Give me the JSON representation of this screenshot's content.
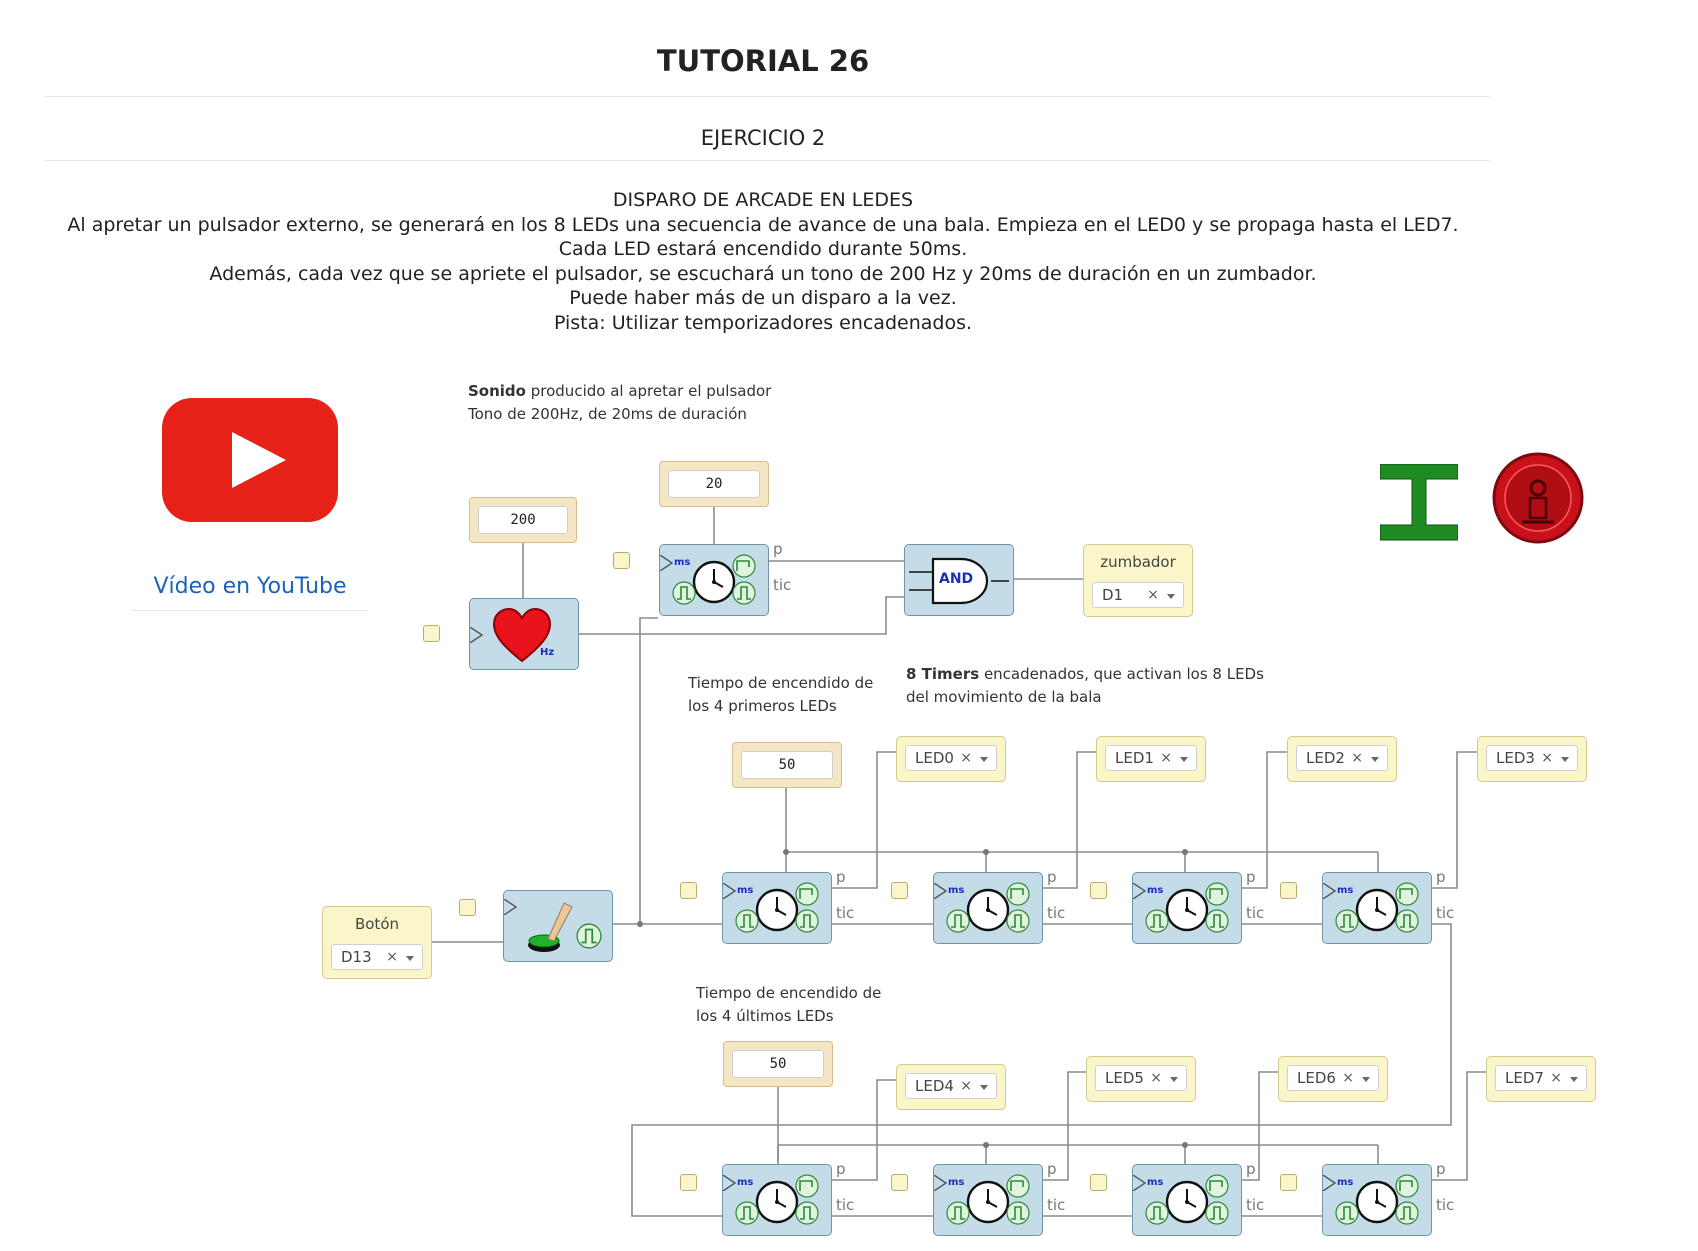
{
  "page": {
    "title": "TUTORIAL 26",
    "subtitle": "EJERCICIO 2",
    "exercise_title": "DISPARO DE ARCADE EN LEDES",
    "description": [
      "Al apretar un pulsador externo, se generará en los 8 LEDs una secuencia de avance de una bala. Empieza en el LED0 y se propaga hasta el LED7.",
      "Cada LED estará encendido durante 50ms.",
      "Además, cada vez que se apriete el pulsador, se escuchará un tono de 200 Hz y 20ms de duración en un zumbador.",
      "Puede haber más de un disparo a la vez.",
      "Pista: Utilizar temporizadores encadenados."
    ],
    "video_link": "Vídeo en YouTube"
  },
  "notes": {
    "sound_bold": "Sonido",
    "sound_rest": " producido al apretar el pulsador",
    "sound_line2": "Tono de 200Hz, de 20ms de duración",
    "timers_bold": "8 Timers",
    "timers_rest": " encadenados, que activan los 8 LEDs",
    "timers_line2": "del movimiento de la bala",
    "first_line1": "Tiempo de encendido de",
    "first_line2": "los 4 primeros LEDs",
    "last_line1": "Tiempo de encendido de",
    "last_line2": "los 4 últimos LEDs"
  },
  "constants": {
    "freq": "200",
    "tone_ms": "20",
    "first_ms": "50",
    "last_ms": "50"
  },
  "pins": {
    "buzzer_label": "zumbador",
    "buzzer_pin": "D1",
    "button_label": "Botón",
    "button_pin": "D13",
    "leds": [
      "LED0",
      "LED1",
      "LED2",
      "LED3",
      "LED4",
      "LED5",
      "LED6",
      "LED7"
    ],
    "clear_symbol": "×"
  },
  "blocks": {
    "and_label": "AND",
    "hz_label": "Hz",
    "ms_label": "ms",
    "port_p": "p",
    "port_tic": "tic"
  },
  "colors": {
    "block_fill": "#c3dce8",
    "constant_fill": "#f5e6c4",
    "pin_fill": "#fbf6c9",
    "youtube_red": "#e62117",
    "link_blue": "#1a63b8"
  }
}
